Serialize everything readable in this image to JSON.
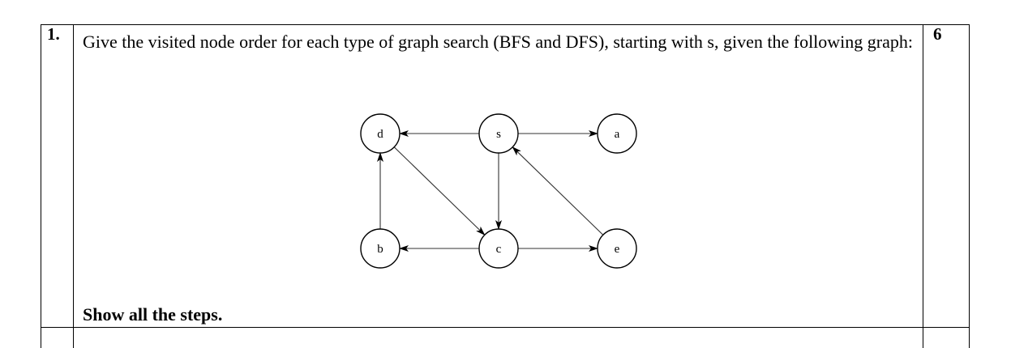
{
  "question": {
    "number": "1.",
    "text": "Give the visited node order for each type of graph search (BFS and DFS), starting with s, given the following graph:",
    "marks": "6",
    "footer": "Show all the steps."
  },
  "graph": {
    "nodes": [
      {
        "id": "d",
        "label": "d"
      },
      {
        "id": "s",
        "label": "s"
      },
      {
        "id": "a",
        "label": "a"
      },
      {
        "id": "b",
        "label": "b"
      },
      {
        "id": "c",
        "label": "c"
      },
      {
        "id": "e",
        "label": "e"
      }
    ],
    "edges": [
      {
        "from": "s",
        "to": "d"
      },
      {
        "from": "s",
        "to": "a"
      },
      {
        "from": "s",
        "to": "c"
      },
      {
        "from": "d",
        "to": "c"
      },
      {
        "from": "b",
        "to": "d"
      },
      {
        "from": "c",
        "to": "b"
      },
      {
        "from": "c",
        "to": "e"
      },
      {
        "from": "e",
        "to": "s"
      }
    ]
  }
}
